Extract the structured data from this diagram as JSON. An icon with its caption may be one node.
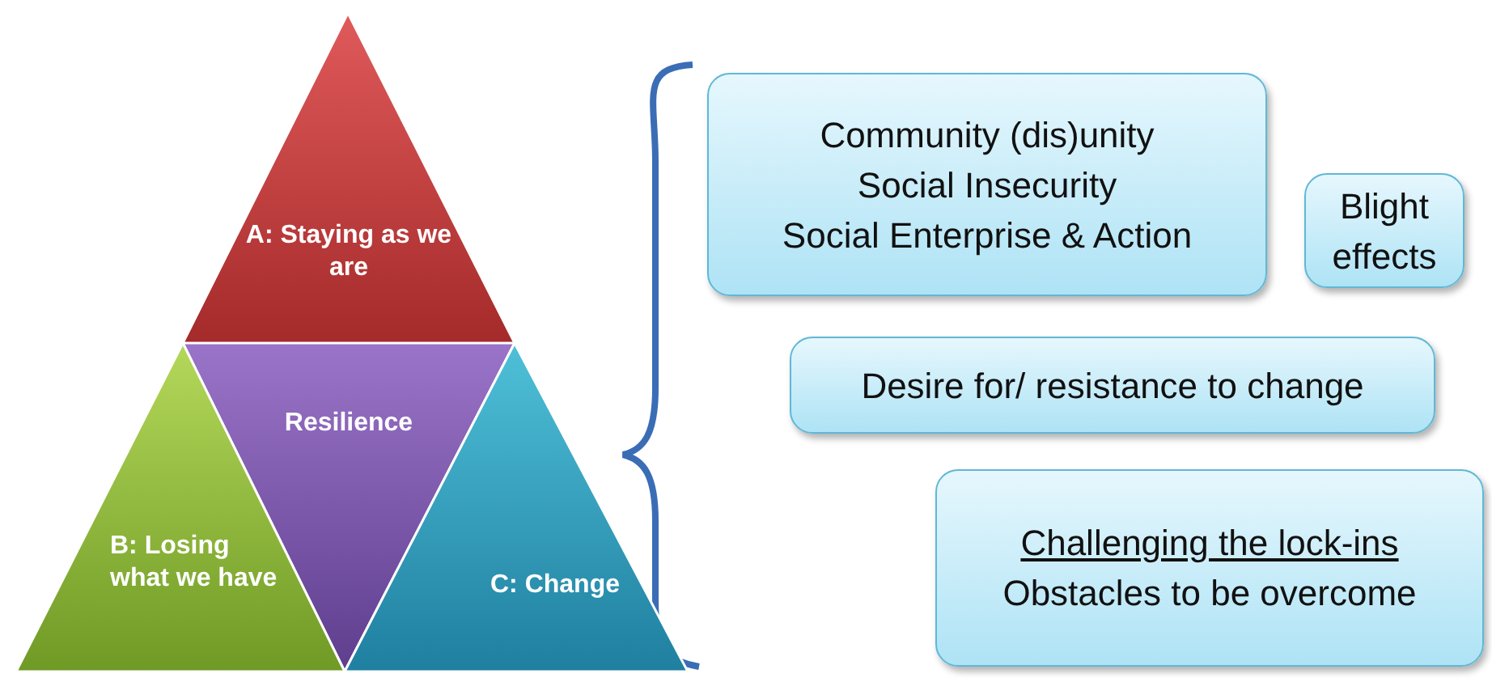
{
  "diagram": {
    "nodes": [
      {
        "text": [
          "A: Staying as we are"
        ]
      },
      {
        "text": [
          "Resilience"
        ]
      },
      {
        "text": [
          "B: Losing what we have"
        ]
      },
      {
        "text": [
          "C: Change"
        ]
      },
      {
        "text": [
          "Community (dis)unity",
          "Social Insecurity",
          "Social Enterprise & Action"
        ]
      },
      {
        "text": [
          "Blight effects"
        ]
      },
      {
        "text": [
          "Desire for/ resistance to change"
        ]
      },
      {
        "text": [
          "Challenging the lock-ins",
          "Obstacles to be overcome"
        ]
      }
    ],
    "edges": []
  }
}
